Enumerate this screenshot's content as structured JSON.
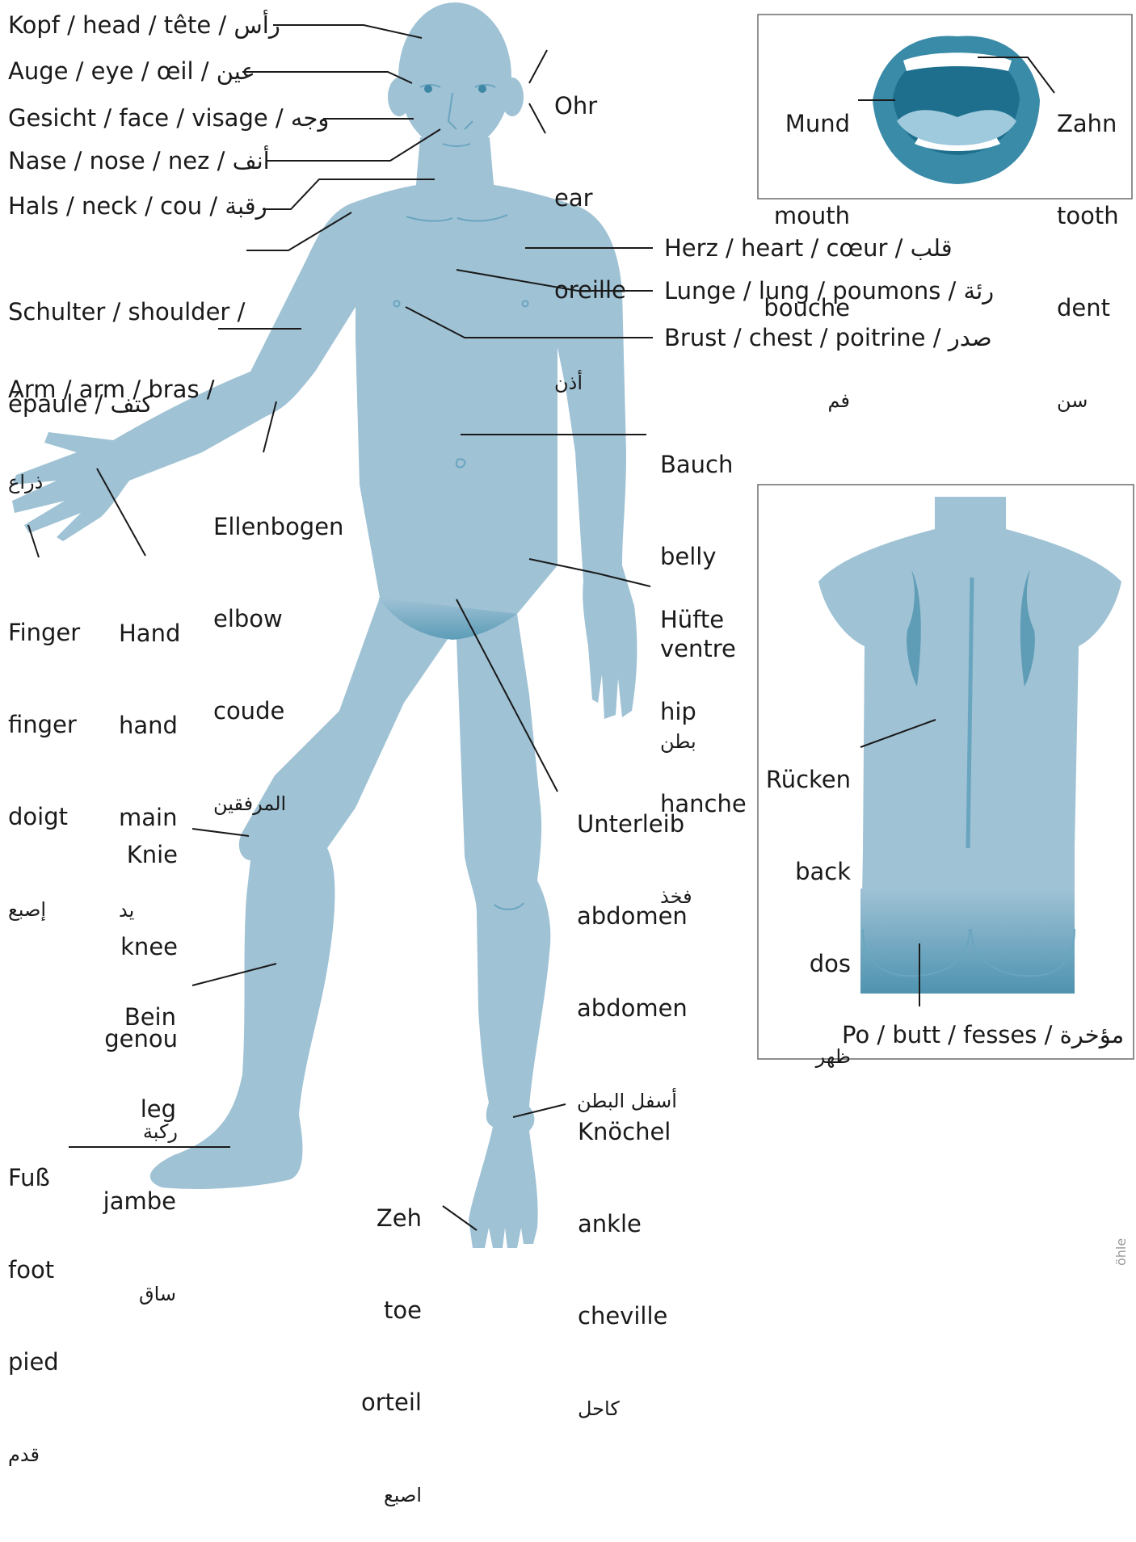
{
  "labels": {
    "kopf": "Kopf / head / tête / رأس",
    "auge": "Auge / eye / œil / عين",
    "gesicht": "Gesicht / face / visage / وجه",
    "nase": "Nase / nose / nez / أنف",
    "hals": "Hals / neck / cou / رقبة",
    "schulter_1": "Schulter / shoulder /",
    "schulter_2": "épaule / كتف",
    "arm_1": "Arm / arm / bras /",
    "arm_2": "ذراع",
    "ohr": [
      "Ohr",
      "ear",
      "oreille",
      "أذن"
    ],
    "herz": "Herz / heart / cœur / قلب",
    "lunge": "Lunge / lung / poumons / رئة",
    "brust": "Brust / chest / poitrine / صدر",
    "bauch": [
      "Bauch",
      "belly",
      "ventre",
      "بطن"
    ],
    "ellenbogen": [
      "Ellenbogen",
      "elbow",
      "coude",
      "المرفقين"
    ],
    "finger": [
      "Finger",
      "finger",
      "doigt",
      "إصبع"
    ],
    "hand": [
      "Hand",
      "hand",
      "main",
      "يد"
    ],
    "huefte": [
      "Hüfte",
      "hip",
      "hanche",
      "فخذ"
    ],
    "unterleib": [
      "Unterleib",
      "abdomen",
      "abdomen",
      "أسفل البطن"
    ],
    "knie": [
      "Knie",
      "knee",
      "genou",
      "ركبة"
    ],
    "bein": [
      "Bein",
      "leg",
      "jambe",
      "ساق"
    ],
    "fuss": [
      "Fuß",
      "foot",
      "pied",
      "قدم"
    ],
    "zeh": [
      "Zeh",
      "toe",
      "orteil",
      "اصبع"
    ],
    "knoechel": [
      "Knöchel",
      "ankle",
      "cheville",
      "كاحل"
    ],
    "mund": [
      "Mund",
      "mouth",
      "bouche",
      "فم"
    ],
    "zahn": [
      "Zahn",
      "tooth",
      "dent",
      "سن"
    ],
    "ruecken": [
      "Rücken",
      "back",
      "dos",
      "ظهر"
    ],
    "po": "Po / butt / fesses / مؤخرة"
  },
  "credit": "öhle",
  "colors": {
    "body": "#9fc2d5",
    "body_dark": "#5f9cb6",
    "mouth_outer": "#3a8ba8",
    "mouth_inner": "#1d6f8d",
    "tongue": "#9fc9dc",
    "line": "#1a1a1a",
    "box_border": "#6b6b6b"
  }
}
